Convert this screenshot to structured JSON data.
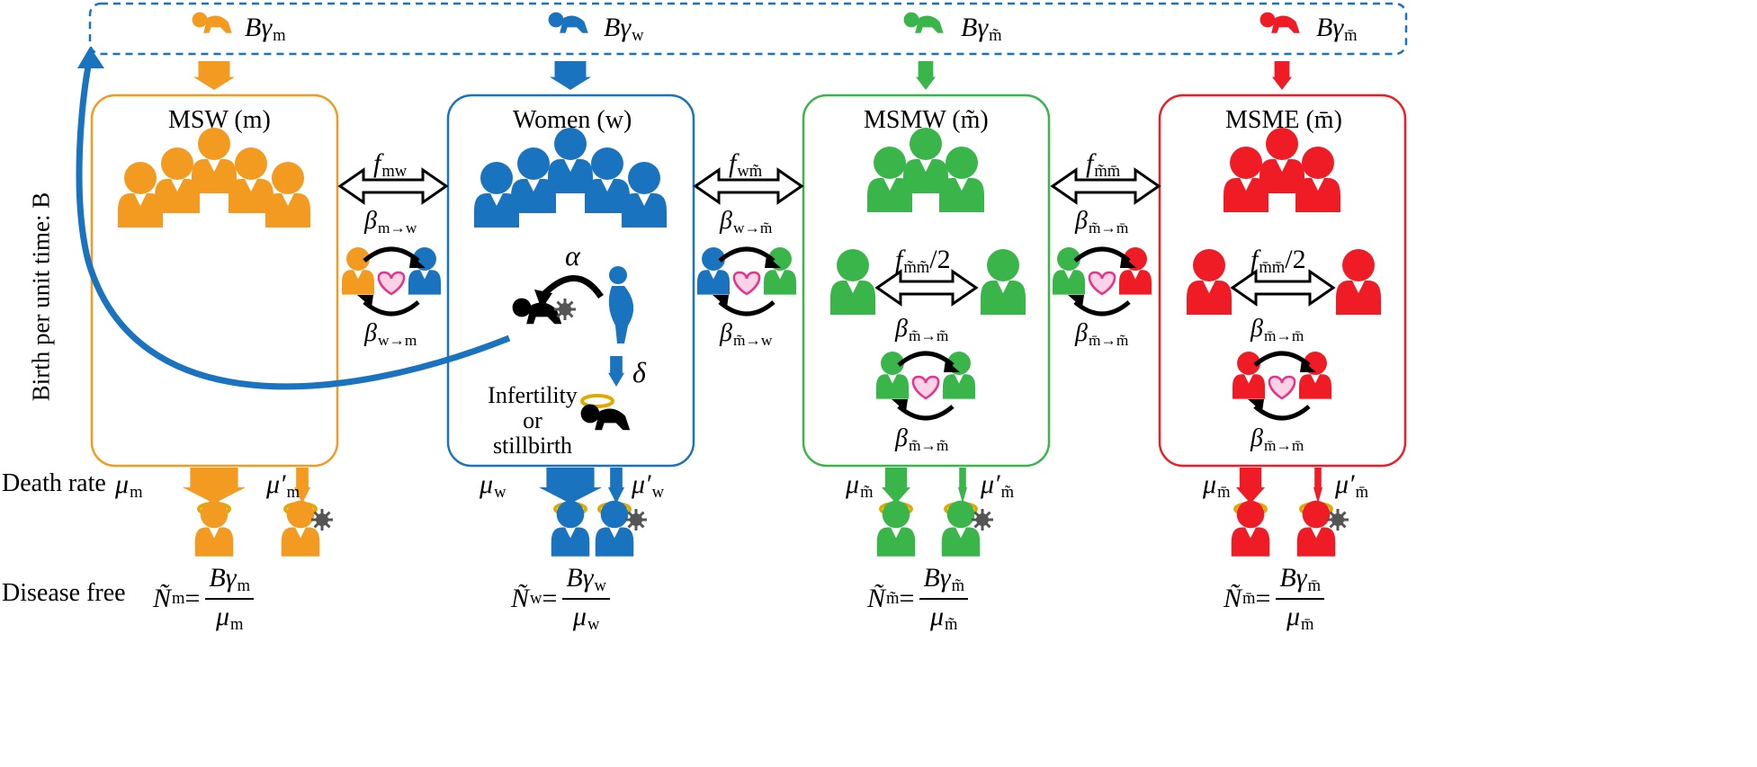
{
  "colors": {
    "msw": "#f39a21",
    "women": "#1a73be",
    "msmw": "#3ab54a",
    "msme": "#ef1c25",
    "heart": "#e6338a",
    "halo": "#e0a800",
    "virus": "#555555"
  },
  "side_label": "Birth per unit time: B",
  "death_rate_label": "Death rate",
  "disease_free_label": "Disease free",
  "births": [
    {
      "B": "Bγ",
      "sub": "m"
    },
    {
      "B": "Bγ",
      "sub": "w"
    },
    {
      "B": "Bγ",
      "sub": "m̃"
    },
    {
      "B": "Bγ",
      "sub": "m̄"
    }
  ],
  "groups": [
    {
      "title": "MSW (m)"
    },
    {
      "title": "Women (w)"
    },
    {
      "title": "MSMW (m̃)"
    },
    {
      "title": "MSME (m̄)"
    }
  ],
  "contacts": [
    {
      "f": "f",
      "f_sub": "mw",
      "beta_top_sub": "m→w",
      "beta_bot_sub": "w→m"
    },
    {
      "f": "f",
      "f_sub": "wm̃",
      "beta_top_sub": "w→m̃",
      "beta_bot_sub": "m̃→w"
    },
    {
      "f": "f",
      "f_sub": "m̃m̄",
      "beta_top_sub": "m̃→m̄",
      "beta_bot_sub": "m̄→m̃"
    }
  ],
  "within": [
    {
      "f": "f",
      "f_sub": "m̃m̃",
      "f_tail": "/2",
      "beta_top_sub": "m̃→m̃",
      "beta_bot_sub": "m̃→m̃"
    },
    {
      "f": "f",
      "f_sub": "m̄m̄",
      "f_tail": "/2",
      "beta_top_sub": "m̄→m̄",
      "beta_bot_sub": "m̄→m̄"
    }
  ],
  "women_extra": {
    "alpha": "α",
    "delta": "δ",
    "infertility_lines": [
      "Infertility",
      "or",
      "stillbirth"
    ]
  },
  "deaths": [
    {
      "mu": "μ",
      "sub": "m",
      "mu_prime": "μ′",
      "sub_prime": "m"
    },
    {
      "mu": "μ",
      "sub": "w",
      "mu_prime": "μ′",
      "sub_prime": "w"
    },
    {
      "mu": "μ",
      "sub": "m̃",
      "mu_prime": "μ′",
      "sub_prime": "m̃"
    },
    {
      "mu": "μ",
      "sub": "m̄",
      "mu_prime": "μ′",
      "sub_prime": "m̄"
    }
  ],
  "disease_free": [
    {
      "N": "Ñ",
      "sub": "m",
      "eq": "=",
      "num": "Bγ",
      "num_sub": "m",
      "den": "μ",
      "den_sub": "m"
    },
    {
      "N": "Ñ",
      "sub": "w",
      "eq": "=",
      "num": "Bγ",
      "num_sub": "w",
      "den": "μ",
      "den_sub": "w"
    },
    {
      "N": "Ñ",
      "sub": "m̃",
      "eq": "=",
      "num": "Bγ",
      "num_sub": "m̃",
      "den": "μ",
      "den_sub": "m̃"
    },
    {
      "N": "Ñ",
      "sub": "m̄",
      "eq": "=",
      "num": "Bγ",
      "num_sub": "m̄",
      "den": "μ",
      "den_sub": "m̄"
    }
  ]
}
